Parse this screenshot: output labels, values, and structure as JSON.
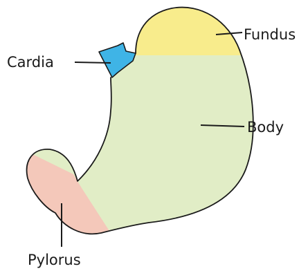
{
  "labels": {
    "fundus": "Fundus",
    "cardia": "Cardia",
    "body": "Body",
    "pylorus": "Pylorus"
  },
  "colors": {
    "fundus": "#f8ec8c",
    "cardia": "#3fb4e6",
    "body": "#e1edc6",
    "pylorus": "#f4c8ba",
    "outline": "#1a1a1a"
  }
}
